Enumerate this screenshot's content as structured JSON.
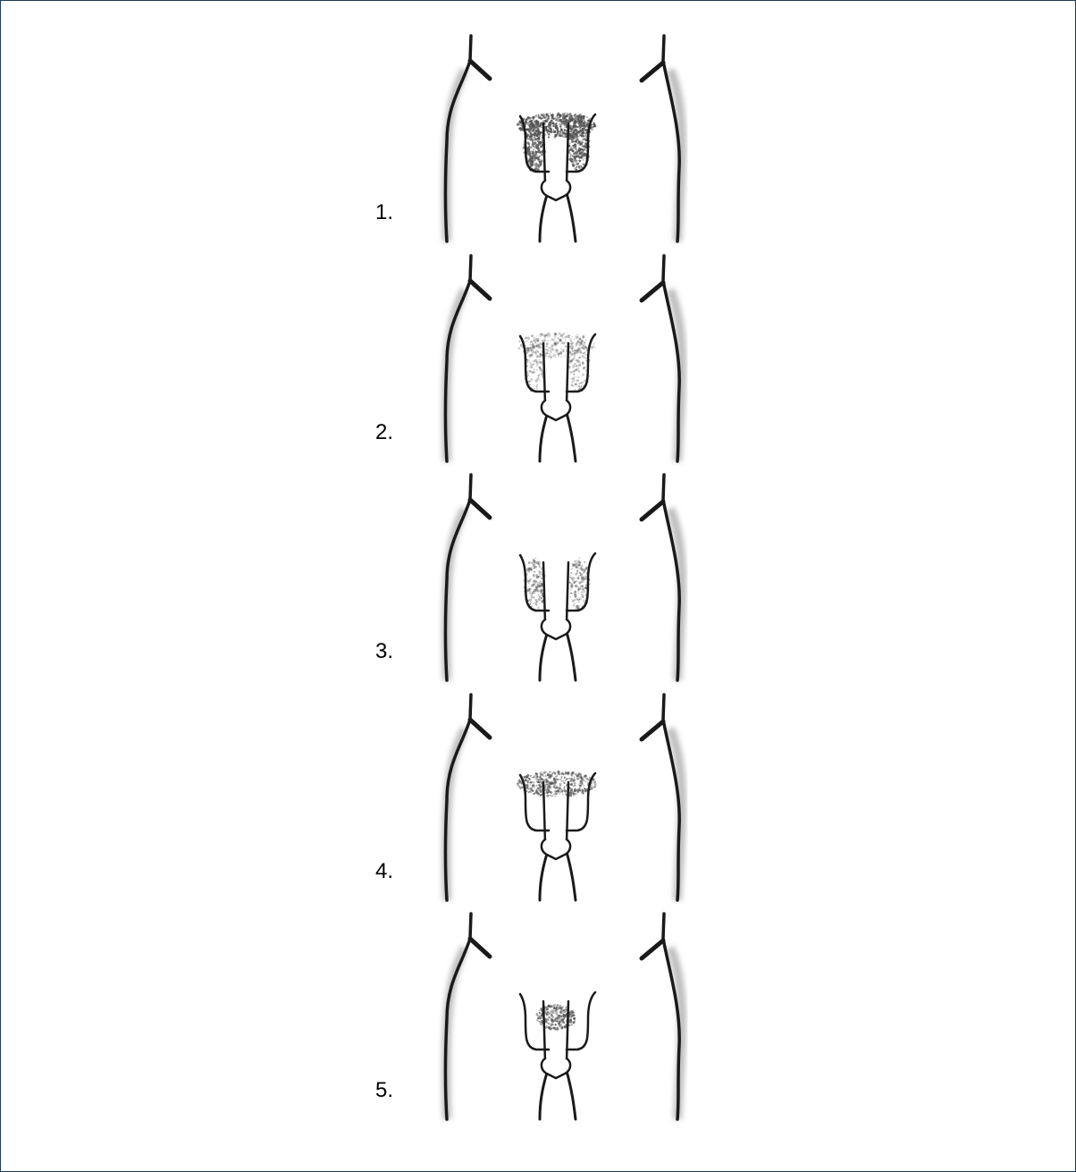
{
  "panels": [
    {
      "label": "1.",
      "hair_density": 1.0,
      "top_hair": true,
      "scrotum_hair": true
    },
    {
      "label": "2.",
      "hair_density": 0.45,
      "top_hair": true,
      "scrotum_hair": true
    },
    {
      "label": "3.",
      "hair_density": 0.6,
      "top_hair": false,
      "scrotum_hair": true
    },
    {
      "label": "4.",
      "hair_density": 0.8,
      "top_hair": true,
      "scrotum_hair": false
    },
    {
      "label": "5.",
      "hair_density": 0.85,
      "top_hair": true,
      "top_hair_small": true,
      "scrotum_hair": false
    }
  ],
  "colors": {
    "border": "#1f3b5a",
    "line": "#1a1a1a",
    "shadow": "#bfbfbf",
    "hair": "#555555"
  }
}
